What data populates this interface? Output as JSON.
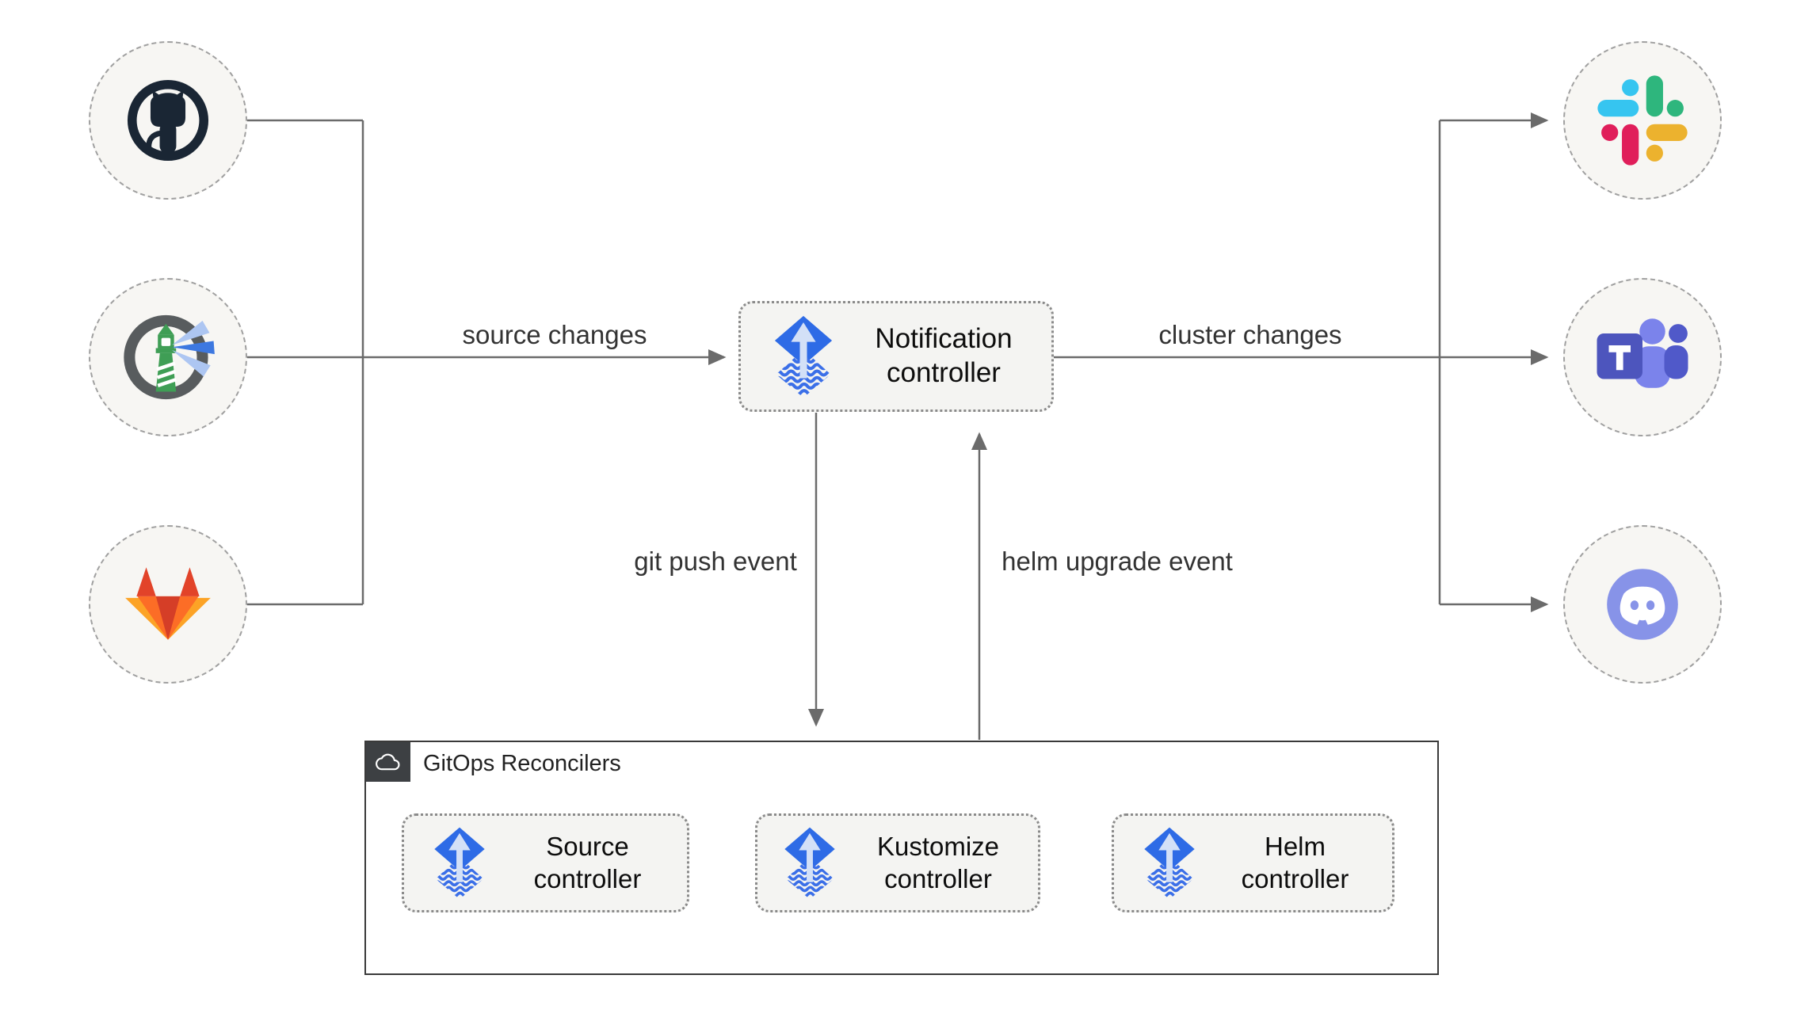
{
  "notification_box": {
    "label": "Notification controller",
    "icon": "flux-icon"
  },
  "edge_labels": {
    "source_changes": "source changes",
    "cluster_changes": "cluster changes",
    "git_push": "git push event",
    "helm_upgrade": "helm upgrade event"
  },
  "source_icons": [
    {
      "name": "github-icon"
    },
    {
      "name": "harbor-icon"
    },
    {
      "name": "gitlab-icon"
    }
  ],
  "target_icons": [
    {
      "name": "slack-icon"
    },
    {
      "name": "teams-icon"
    },
    {
      "name": "discord-icon"
    }
  ],
  "gitops_group": {
    "title": "GitOps Reconcilers",
    "icon": "cloud-icon",
    "controllers": [
      {
        "label": "Source controller",
        "icon": "flux-icon"
      },
      {
        "label": "Kustomize controller",
        "icon": "flux-icon"
      },
      {
        "label": "Helm controller",
        "icon": "flux-icon"
      }
    ]
  },
  "colors": {
    "connector": "#6b6b6b",
    "box_bg": "#f4f4f2",
    "circle_bg": "#f7f6f3",
    "flux_blue": "#2e6be6",
    "flux_wave": "#3b6fe8",
    "github_dark": "#1a2634",
    "harbor_green": "#3f9e55",
    "harbor_beam": "#3d78e0",
    "gitlab_red": "#e24329",
    "gitlab_orange": "#fc6d26",
    "gitlab_yellow": "#fca326",
    "slack_blue": "#36c5f0",
    "slack_green": "#2eb67d",
    "slack_red": "#e01e5a",
    "slack_yellow": "#ecb22e",
    "teams_purple": "#4d55bd",
    "teams_light": "#7b83eb",
    "discord_blurple": "#8793e8"
  }
}
